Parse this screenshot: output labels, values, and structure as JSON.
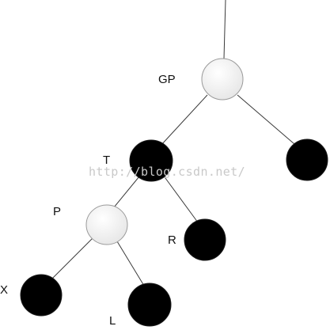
{
  "diagram": {
    "watermark": "http://blog.csdn.net/",
    "nodes": [
      {
        "id": "gp",
        "label": "GP",
        "color": "white"
      },
      {
        "id": "t",
        "label": "T",
        "color": "black"
      },
      {
        "id": "u",
        "label": "",
        "color": "black"
      },
      {
        "id": "p",
        "label": "P",
        "color": "white"
      },
      {
        "id": "r",
        "label": "R",
        "color": "black"
      },
      {
        "id": "x",
        "label": "X",
        "color": "black"
      },
      {
        "id": "l",
        "label": "L",
        "color": "black"
      }
    ],
    "edges": [
      {
        "from": "root",
        "to": "gp"
      },
      {
        "from": "gp",
        "to": "t"
      },
      {
        "from": "gp",
        "to": "u"
      },
      {
        "from": "t",
        "to": "p"
      },
      {
        "from": "t",
        "to": "r"
      },
      {
        "from": "p",
        "to": "x"
      },
      {
        "from": "p",
        "to": "l"
      }
    ],
    "colors": {
      "black_node": "#000000",
      "white_node": "#f2f2f2",
      "edge": "#3a3a3a",
      "watermark": "#c9c9c9"
    }
  }
}
